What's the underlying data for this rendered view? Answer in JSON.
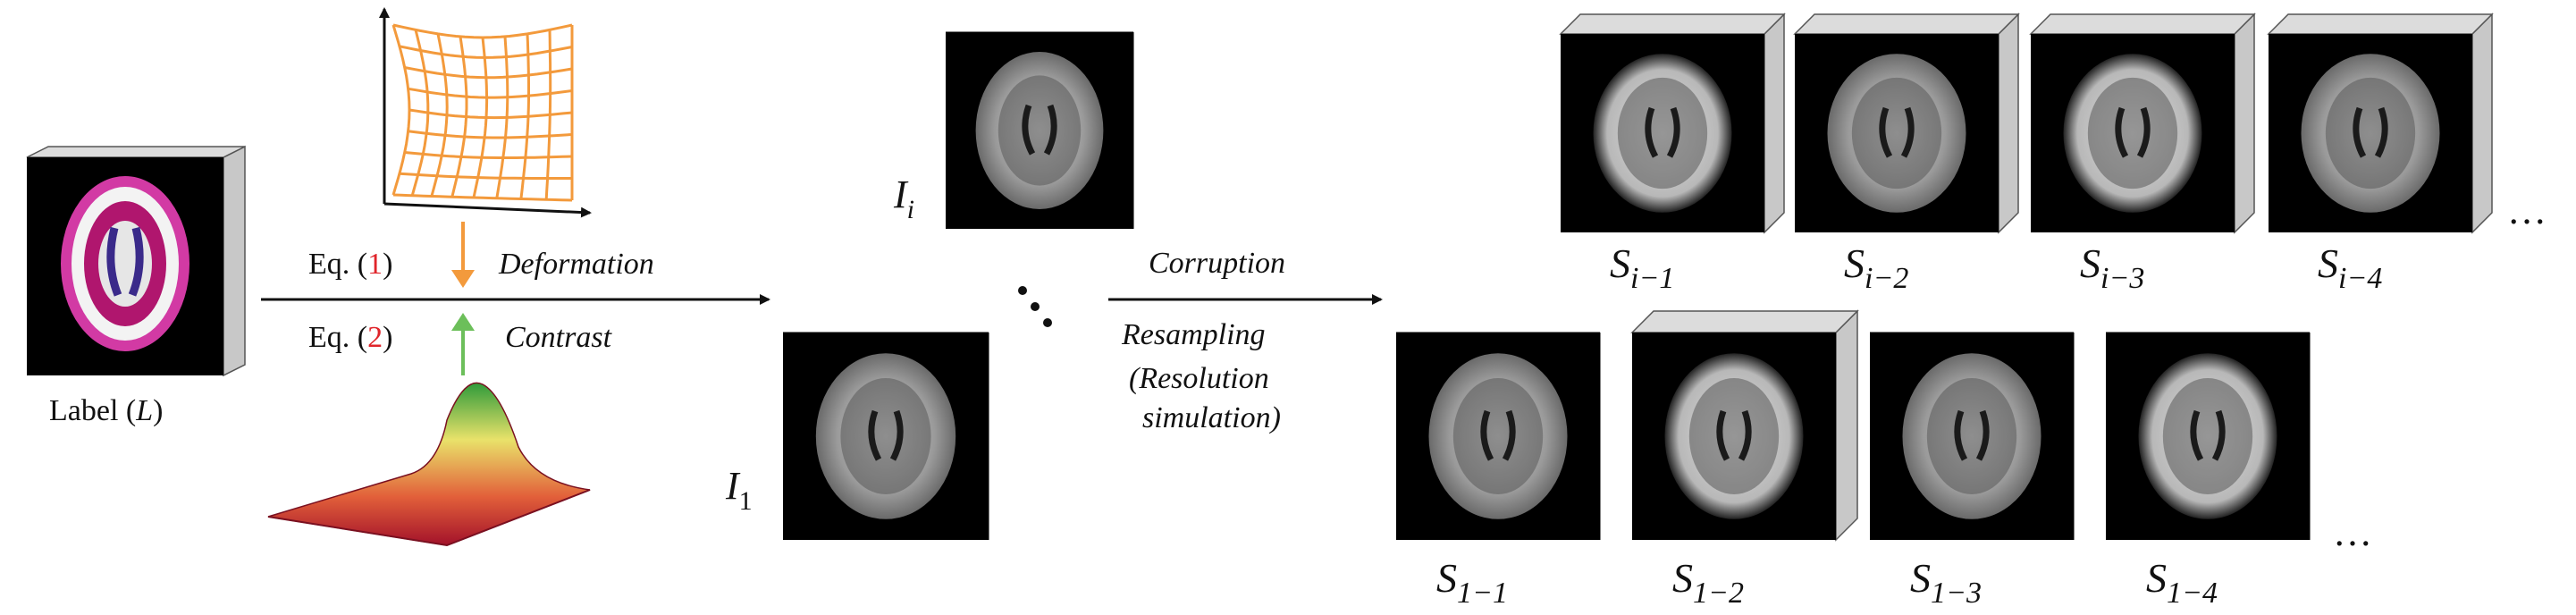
{
  "label": {
    "text": "Label (",
    "var": "L",
    "close": ")"
  },
  "equations": {
    "eq1": {
      "prefix": "Eq. (",
      "num": "1",
      "suffix": ")",
      "name": "Deformation"
    },
    "eq2": {
      "prefix": "Eq. (",
      "num": "2",
      "suffix": ")",
      "name": "Contrast"
    }
  },
  "images": {
    "i_i": {
      "base": "I",
      "sub": "i"
    },
    "i_1": {
      "base": "I",
      "sub": "1"
    }
  },
  "ops": {
    "corruption": "Corruption",
    "resampling": "Resampling",
    "res1": "(Resolution",
    "res2": "simulation)"
  },
  "top_row": [
    {
      "base": "S",
      "sub": "i−1"
    },
    {
      "base": "S",
      "sub": "i−2"
    },
    {
      "base": "S",
      "sub": "i−3"
    },
    {
      "base": "S",
      "sub": "i−4"
    }
  ],
  "bottom_row": [
    {
      "base": "S",
      "sub": "1−1"
    },
    {
      "base": "S",
      "sub": "1−2"
    },
    {
      "base": "S",
      "sub": "1−3"
    },
    {
      "base": "S",
      "sub": "1−4"
    }
  ],
  "ellipsis": "…",
  "colors": {
    "deform": "#f39a3c",
    "contrast": "#6cbf5a",
    "eqnum": "#e0242a",
    "slab": "#c8c8c8",
    "slab_dark": "#8a8a8a"
  }
}
